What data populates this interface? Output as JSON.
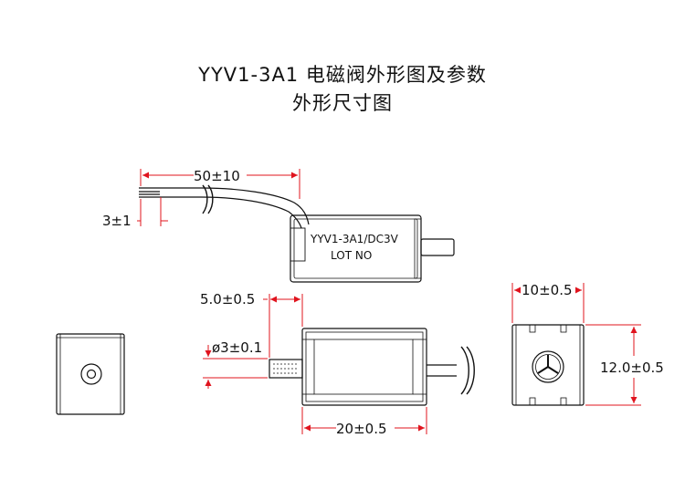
{
  "title_line1": "YYV1-3A1 电磁阀外形图及参数",
  "title_line2": "外形尺寸图",
  "labels": {
    "model": "YYV1-3A1/DC3V",
    "lot": "LOT NO"
  },
  "dimensions": {
    "lead_length": "50±10",
    "strip_length": "3±1",
    "shaft_length": "5.0±0.5",
    "shaft_diameter": "ø3±0.1",
    "body_length": "20±0.5",
    "body_width": "10±0.5",
    "body_height": "12.0±0.5"
  },
  "colors": {
    "outline": "#111111",
    "dimension": "#e0141e"
  }
}
